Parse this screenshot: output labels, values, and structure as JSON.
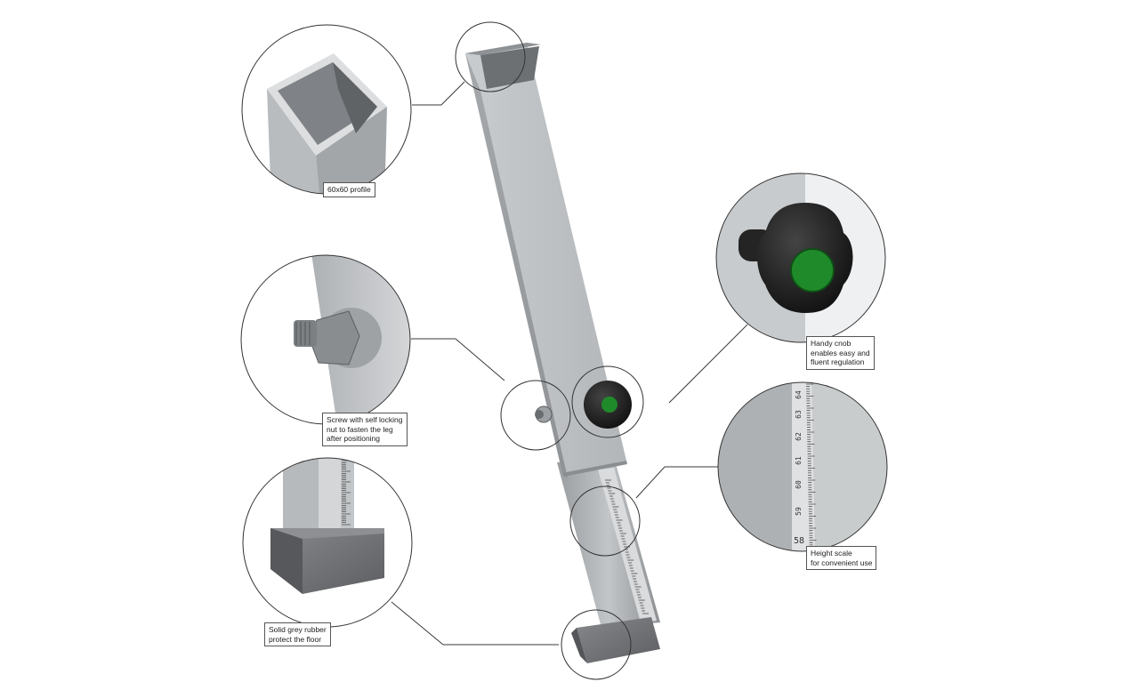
{
  "callouts": {
    "profile": "60x60 profile",
    "knob": "Handy cnob\nenables easy and\nfluent regulation",
    "screw": "Screw with self locking\nnut to fasten the leg\nafter positioning",
    "scale": "Height scale\nfor convenient use",
    "rubber": "Solid grey rubber\nprotect the floor"
  },
  "scale_numbers": {
    "a": "64",
    "b": "63",
    "c": "62",
    "d": "61",
    "e": "60",
    "f": "59",
    "g": "58"
  },
  "colors": {
    "leg_grey": "#b9bcbf",
    "knob_black": "#1c1c1c",
    "knob_cap_green": "#1f8a2a",
    "rubber_grey": "#707275",
    "line": "#3a3a3a"
  }
}
